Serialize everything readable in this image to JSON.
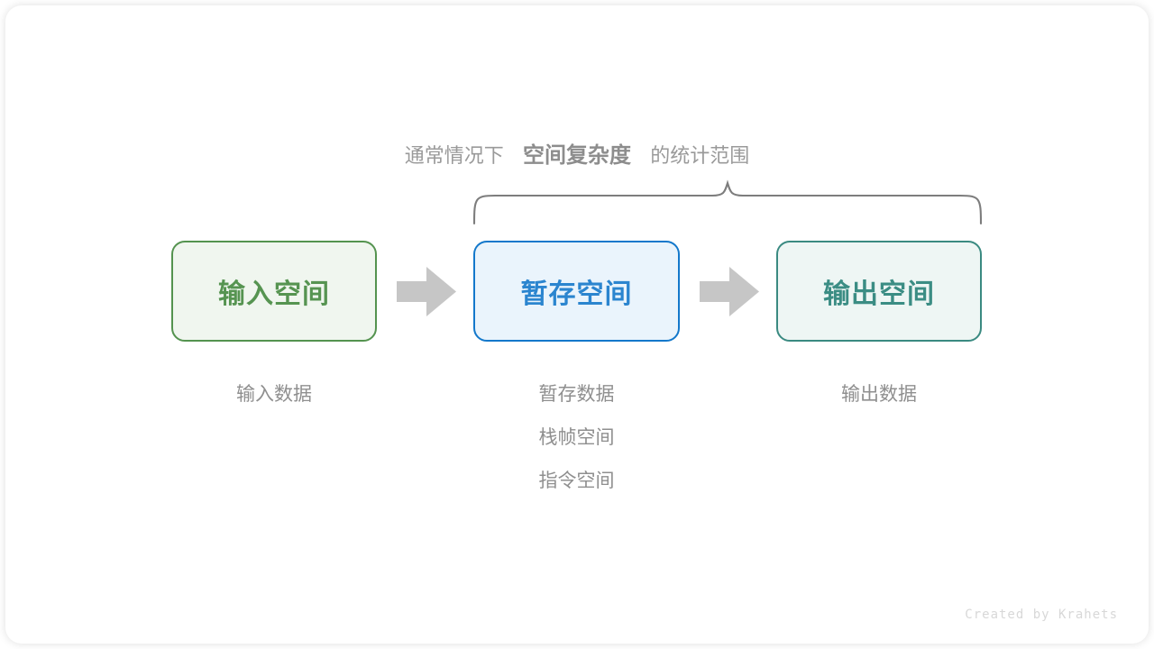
{
  "figure": {
    "caption": {
      "prefix": "通常情况下",
      "emphasis": "空间复杂度",
      "suffix": "的统计范围"
    },
    "brace": {
      "name": "curly-brace-spanning-temp-and-output",
      "color": "#7d7d7d"
    },
    "flow": {
      "arrow_color": "#c6c6c6",
      "stages": [
        {
          "id": "input",
          "box_label": "输入空间",
          "border_color": "#54934f",
          "fill_color": "#f0f6ef",
          "text_color": "#569451",
          "sub_items": [
            "输入数据"
          ]
        },
        {
          "id": "temp",
          "box_label": "暂存空间",
          "border_color": "#1378cb",
          "fill_color": "#eaf4fc",
          "text_color": "#2b85cf",
          "sub_items": [
            "暂存数据",
            "栈帧空间",
            "指令空间"
          ]
        },
        {
          "id": "output",
          "box_label": "输出空间",
          "border_color": "#3a8a81",
          "fill_color": "#eef6f4",
          "text_color": "#3b8d84",
          "sub_items": [
            "输出数据"
          ]
        }
      ]
    },
    "credit": "Created by Krahets"
  }
}
